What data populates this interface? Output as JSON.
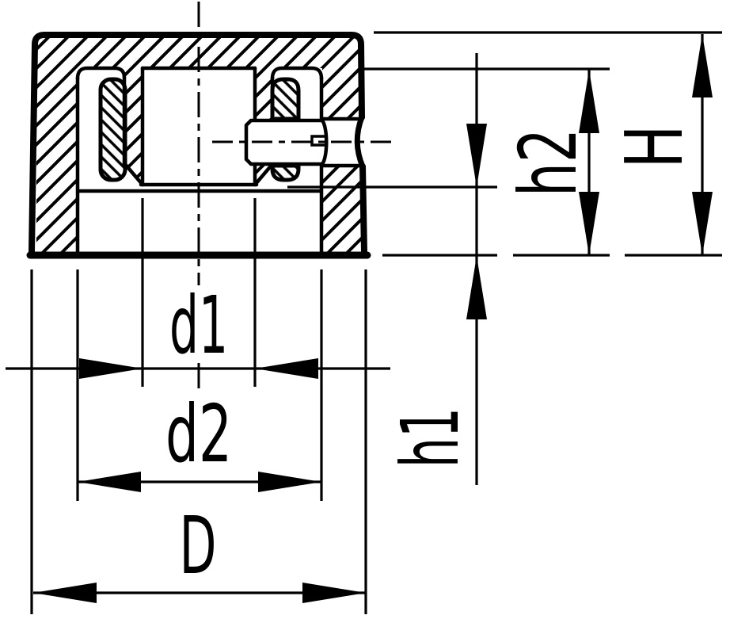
{
  "figure": {
    "type": "technical-section-drawing",
    "subject": "control-knob-cross-section-with-set-screw",
    "background_color": "#ffffff",
    "line_color": "#000000",
    "labels": {
      "d1": "d1",
      "d2": "d2",
      "D": "D",
      "h1": "h1",
      "h2": "h2",
      "H": "H"
    }
  }
}
